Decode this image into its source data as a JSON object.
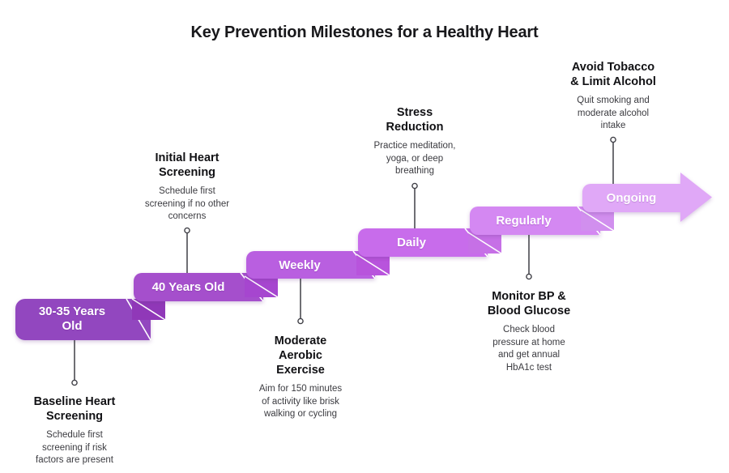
{
  "header": {
    "title": "Key Prevention Milestones for a Healthy Heart"
  },
  "theme": {
    "background": "#ffffff",
    "title_color": "#18181b",
    "heading_color": "#111114",
    "description_color": "#3b3b40",
    "connector_color": "#3f3f46",
    "band_text_color": "#ffffff"
  },
  "chart_data": {
    "type": "diagram",
    "subtype": "ascending-ribbon-timeline",
    "title": "Key Prevention Milestones for a Healthy Heart",
    "step_count": 6,
    "direction": "left-to-right, ascending",
    "steps": [
      {
        "index": 1,
        "band_label": "30-35 Years\nOld",
        "heading": "Baseline Heart\nScreening",
        "description": "Schedule first\nscreening if risk\nfactors are present",
        "label_position": "below",
        "color": "#9247bf",
        "fold_color": "#7e33ad"
      },
      {
        "index": 2,
        "band_label": "40 Years Old",
        "heading": "Initial Heart\nScreening",
        "description": "Schedule first\nscreening if no other\nconcerns",
        "label_position": "above",
        "color": "#a54fcc",
        "fold_color": "#9038b8"
      },
      {
        "index": 3,
        "band_label": "Weekly",
        "heading": "Moderate\nAerobic\nExercise",
        "description": "Aim for 150 minutes\nof activity like brisk\nwalking or cycling",
        "label_position": "below",
        "color": "#b95ee0",
        "fold_color": "#a646cf"
      },
      {
        "index": 4,
        "band_label": "Daily",
        "heading": "Stress\nReduction",
        "description": "Practice meditation,\nyoga, or deep\nbreathing",
        "label_position": "above",
        "color": "#c86ceb",
        "fold_color": "#b854dc"
      },
      {
        "index": 5,
        "band_label": "Regularly",
        "heading": "Monitor BP &\nBlood Glucose",
        "description": "Check blood\npressure at home\nand get annual\nHbA1c test",
        "label_position": "below",
        "color": "#d488f2",
        "fold_color": "#c670e6"
      },
      {
        "index": 6,
        "band_label": "Ongoing",
        "heading": "Avoid Tobacco\n& Limit Alcohol",
        "description": "Quit smoking and\nmoderate alcohol\nintake",
        "label_position": "above",
        "color": "#e0a8f7",
        "fold_color": "#d18fee"
      }
    ]
  }
}
